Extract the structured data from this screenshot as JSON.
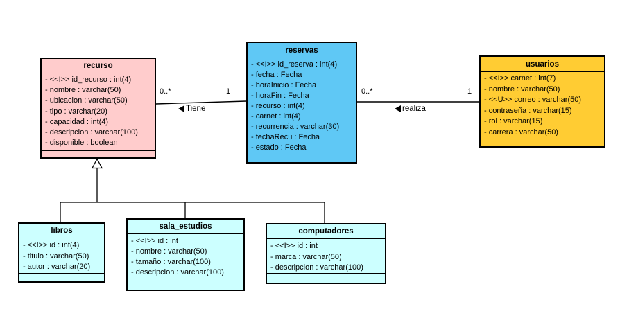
{
  "colors": {
    "recurso_fill": "#FFCCCC",
    "reservas_fill": "#5FC8F5",
    "usuarios_fill": "#FFCC33",
    "subclass_fill": "#CCFFFF",
    "border": "#000000",
    "background": "#FFFFFF"
  },
  "entities": [
    {
      "name": "recurso",
      "attributes": [
        "- <<I>> id_recurso : int(4)",
        "- nombre : varchar(50)",
        "- ubicacion : varchar(50)",
        "- tipo : varchar(20)",
        "- capacidad : int(4)",
        "- descripcion : varchar(100)",
        "- disponible : boolean"
      ]
    },
    {
      "name": "reservas",
      "attributes": [
        "- <<I>> id_reserva : int(4)",
        "- fecha : Fecha",
        "- horaInicio : Fecha",
        "- horaFin : Fecha",
        "- recurso : int(4)",
        "- carnet : int(4)",
        "- recurrencia : varchar(30)",
        "- fechaRecu : Fecha",
        "- estado : Fecha"
      ]
    },
    {
      "name": "usuarios",
      "attributes": [
        "- <<I>> carnet : int(7)",
        "- nombre : varchar(50)",
        "- <<U>> correo : varchar(50)",
        "- contraseña : varchar(15)",
        "- rol : varchar(15)",
        "- carrera : varchar(50)"
      ]
    },
    {
      "name": "libros",
      "attributes": [
        "- <<I>> id : int(4)",
        "- titulo : varchar(50)",
        "- autor : varchar(20)"
      ]
    },
    {
      "name": "sala_estudios",
      "attributes": [
        "- <<I>> id : int",
        "- nombre : varchar(50)",
        "- tamaño : varchar(100)",
        "- descripcion : varchar(100)"
      ]
    },
    {
      "name": "computadores",
      "attributes": [
        "- <<I>> id : int",
        "- marca : varchar(50)",
        "- descripcion : varchar(100)"
      ]
    }
  ],
  "associations": [
    {
      "name": "Tiene",
      "from": "recurso",
      "to": "reservas",
      "multiplicity_left": "0..*",
      "multiplicity_right": "1"
    },
    {
      "name": "realiza",
      "from": "reservas",
      "to": "usuarios",
      "multiplicity_left": "0..*",
      "multiplicity_right": "1"
    }
  ],
  "inheritance": {
    "parent": "recurso",
    "children": [
      "libros",
      "sala_estudios",
      "computadores"
    ]
  }
}
